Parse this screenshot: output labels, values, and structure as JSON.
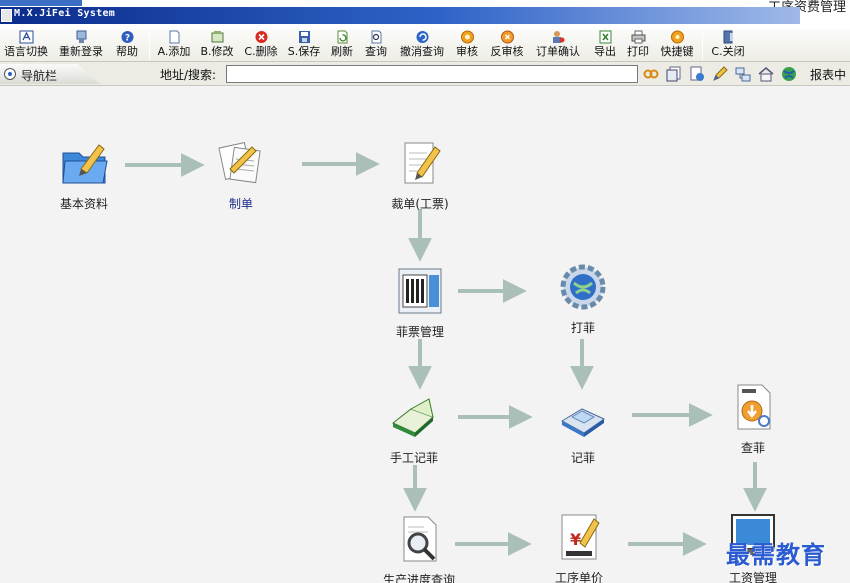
{
  "window": {
    "top_tab_text": "",
    "top_right_text": "工序资费管理",
    "caption": "M.X.JiFei System"
  },
  "toolbar": {
    "items": [
      {
        "label": "语言切换",
        "icon": "language-icon"
      },
      {
        "label": "重新登录",
        "icon": "relogin-icon"
      },
      {
        "label": "帮助",
        "icon": "help-icon"
      },
      {
        "label": "A.添加",
        "icon": "add-icon"
      },
      {
        "label": "B.修改",
        "icon": "edit-icon"
      },
      {
        "label": "C.删除",
        "icon": "delete-icon"
      },
      {
        "label": "S.保存",
        "icon": "save-icon"
      },
      {
        "label": "刷新",
        "icon": "refresh-icon"
      },
      {
        "label": "查询",
        "icon": "query-icon"
      },
      {
        "label": "撤消查询",
        "icon": "undo-query-icon"
      },
      {
        "label": "审核",
        "icon": "audit-icon"
      },
      {
        "label": "反审核",
        "icon": "unaudit-icon"
      },
      {
        "label": "订单确认",
        "icon": "order-confirm-icon"
      },
      {
        "label": "导出",
        "icon": "export-icon"
      },
      {
        "label": "打印",
        "icon": "print-icon"
      },
      {
        "label": "快捷键",
        "icon": "shortcut-icon"
      },
      {
        "label": "C.关闭",
        "icon": "close-icon"
      }
    ]
  },
  "addressbar": {
    "nav_label": "导航栏",
    "address_label": "地址/搜索:",
    "address_value": "",
    "report_label": "报表中"
  },
  "flow": {
    "nodes": [
      {
        "id": "basic",
        "label": "基本资料",
        "icon": "folder-pencil-icon"
      },
      {
        "id": "make",
        "label": "制单",
        "icon": "documents-pencil-icon"
      },
      {
        "id": "cut",
        "label": "裁单(工票)",
        "icon": "notepad-pencil-icon"
      },
      {
        "id": "ticket",
        "label": "菲票管理",
        "icon": "ticket-manage-icon"
      },
      {
        "id": "print",
        "label": "打菲",
        "icon": "globe-gear-icon"
      },
      {
        "id": "manual",
        "label": "手工记菲",
        "icon": "open-book-icon"
      },
      {
        "id": "record",
        "label": "记菲",
        "icon": "scanner-icon"
      },
      {
        "id": "check",
        "label": "查菲",
        "icon": "document-search-icon"
      },
      {
        "id": "progress",
        "label": "生产进度查询",
        "icon": "magnifier-document-icon"
      },
      {
        "id": "price",
        "label": "工序单价",
        "icon": "yen-signature-icon"
      },
      {
        "id": "wage",
        "label": "工资管理",
        "icon": "monitor-icon"
      }
    ]
  },
  "watermark": "最需教育",
  "colors": {
    "caption_start": "#0a2c8c",
    "caption_end": "#9fb9e8",
    "arrow": "#a9bfb7",
    "label_blue": "#1f2f8a",
    "watermark": "#2a5bd0"
  }
}
